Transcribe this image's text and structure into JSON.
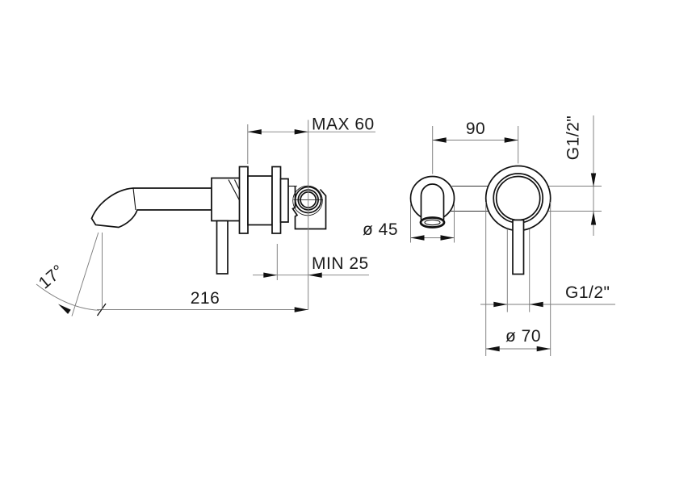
{
  "drawing": {
    "type": "technical-dimension-drawing",
    "subject": "wall-mounted basin mixer tap, side view and front view",
    "colors": {
      "background": "#ffffff",
      "line": "#111111",
      "dimension_line": "#7d7d7d",
      "text": "#1a1a1a"
    },
    "labels": {
      "max_depth": "MAX 60",
      "min_depth": "MIN 25",
      "spout_reach": "216",
      "spout_angle": "17°",
      "center_distance": "90",
      "spout_outlet_diameter": "ø 45",
      "escutcheon_diameter": "ø 70",
      "thread_size_top": "G1/2\"",
      "thread_size_side": "G1/2\""
    }
  }
}
